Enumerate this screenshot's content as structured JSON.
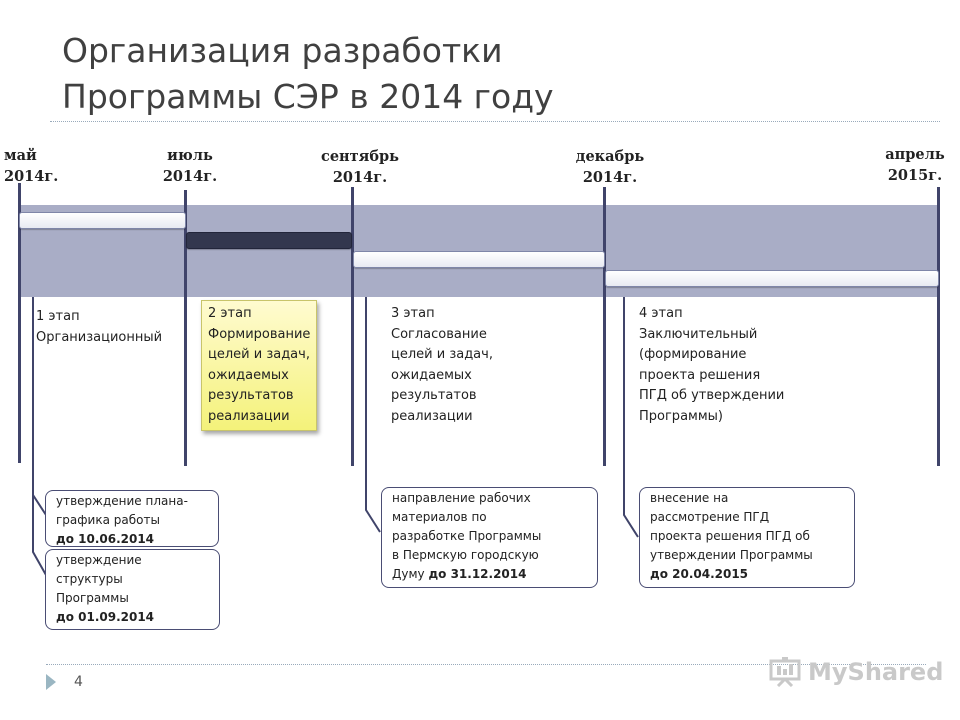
{
  "title": {
    "line1": "Организация разработки",
    "line2": "Программы СЭР в 2014 году"
  },
  "timeline": {
    "months": [
      {
        "line1": "май",
        "line2": "2014г."
      },
      {
        "line1": "июль",
        "line2": "2014г."
      },
      {
        "line1": "сентябрь",
        "line2": "2014г."
      },
      {
        "line1": "декабрь",
        "line2": "2014г."
      },
      {
        "line1": "апрель",
        "line2": "2015г."
      }
    ]
  },
  "stages": [
    {
      "lines": [
        "1 этап",
        "Организационный"
      ]
    },
    {
      "lines": [
        "2 этап",
        "Формирование",
        "целей и задач,",
        "ожидаемых",
        "результатов",
        "реализации"
      ]
    },
    {
      "lines": [
        "3 этап",
        "Согласование",
        "целей и задач,",
        "ожидаемых",
        "результатов",
        "реализации"
      ]
    },
    {
      "lines": [
        "4 этап",
        "Заключительный",
        "(формирование",
        "проекта решения",
        "ПГД об утверждении",
        "Программы)"
      ]
    }
  ],
  "milestones": [
    {
      "lines": [
        "утверждение плана-",
        "графика работы"
      ],
      "deadline": "до 10.06.2014"
    },
    {
      "lines": [
        "утверждение",
        "структуры",
        "Программы"
      ],
      "deadline": "до 01.09.2014"
    },
    {
      "lines": [
        "направление рабочих",
        "материалов по",
        "разработке Программы",
        "в Пермскую городскую"
      ],
      "last_prefix": "Думу ",
      "deadline": "до 31.12.2014"
    },
    {
      "lines": [
        "внесение на",
        "рассмотрение ПГД",
        "проекта решения ПГД об",
        "утверждении Программы"
      ],
      "deadline": "до 20.04.2015"
    }
  ],
  "footer": {
    "page_number": "4",
    "logo_text": "MyShared"
  }
}
